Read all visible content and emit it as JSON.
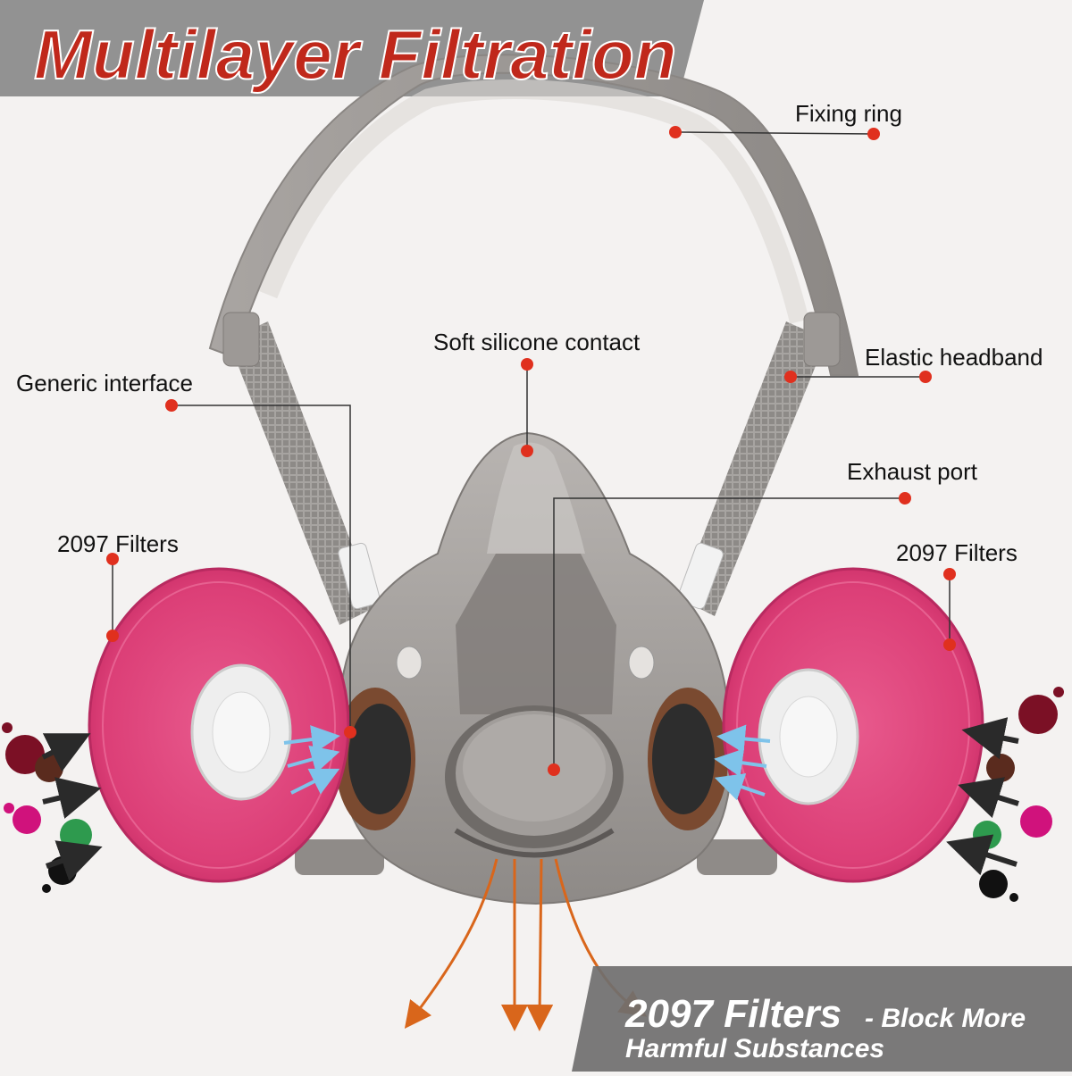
{
  "banner": {
    "title": "Multilayer Filtration"
  },
  "labels": {
    "fixing_ring": "Fixing ring",
    "soft_silicone": "Soft silicone contact",
    "elastic_headband": "Elastic headband",
    "generic_interface": "Generic interface",
    "exhaust_port": "Exhaust port",
    "filters_left": "2097 Filters",
    "filters_right": "2097 Filters"
  },
  "footer": {
    "headline": "2097 Filters",
    "tagline_1": "- Block More",
    "tagline_2": "Harmful Substances"
  },
  "colors": {
    "banner_bg": "#7a7a7a",
    "title_red": "#c0281b",
    "marker_red": "#e0301e",
    "filter_pink": "#e0447c",
    "mask_gray": "#9b9896",
    "arrow_orange": "#d9661b",
    "arrow_blue": "#7ec3ea"
  },
  "icons": [
    "paint-splatter-icon",
    "arrow-icon"
  ]
}
